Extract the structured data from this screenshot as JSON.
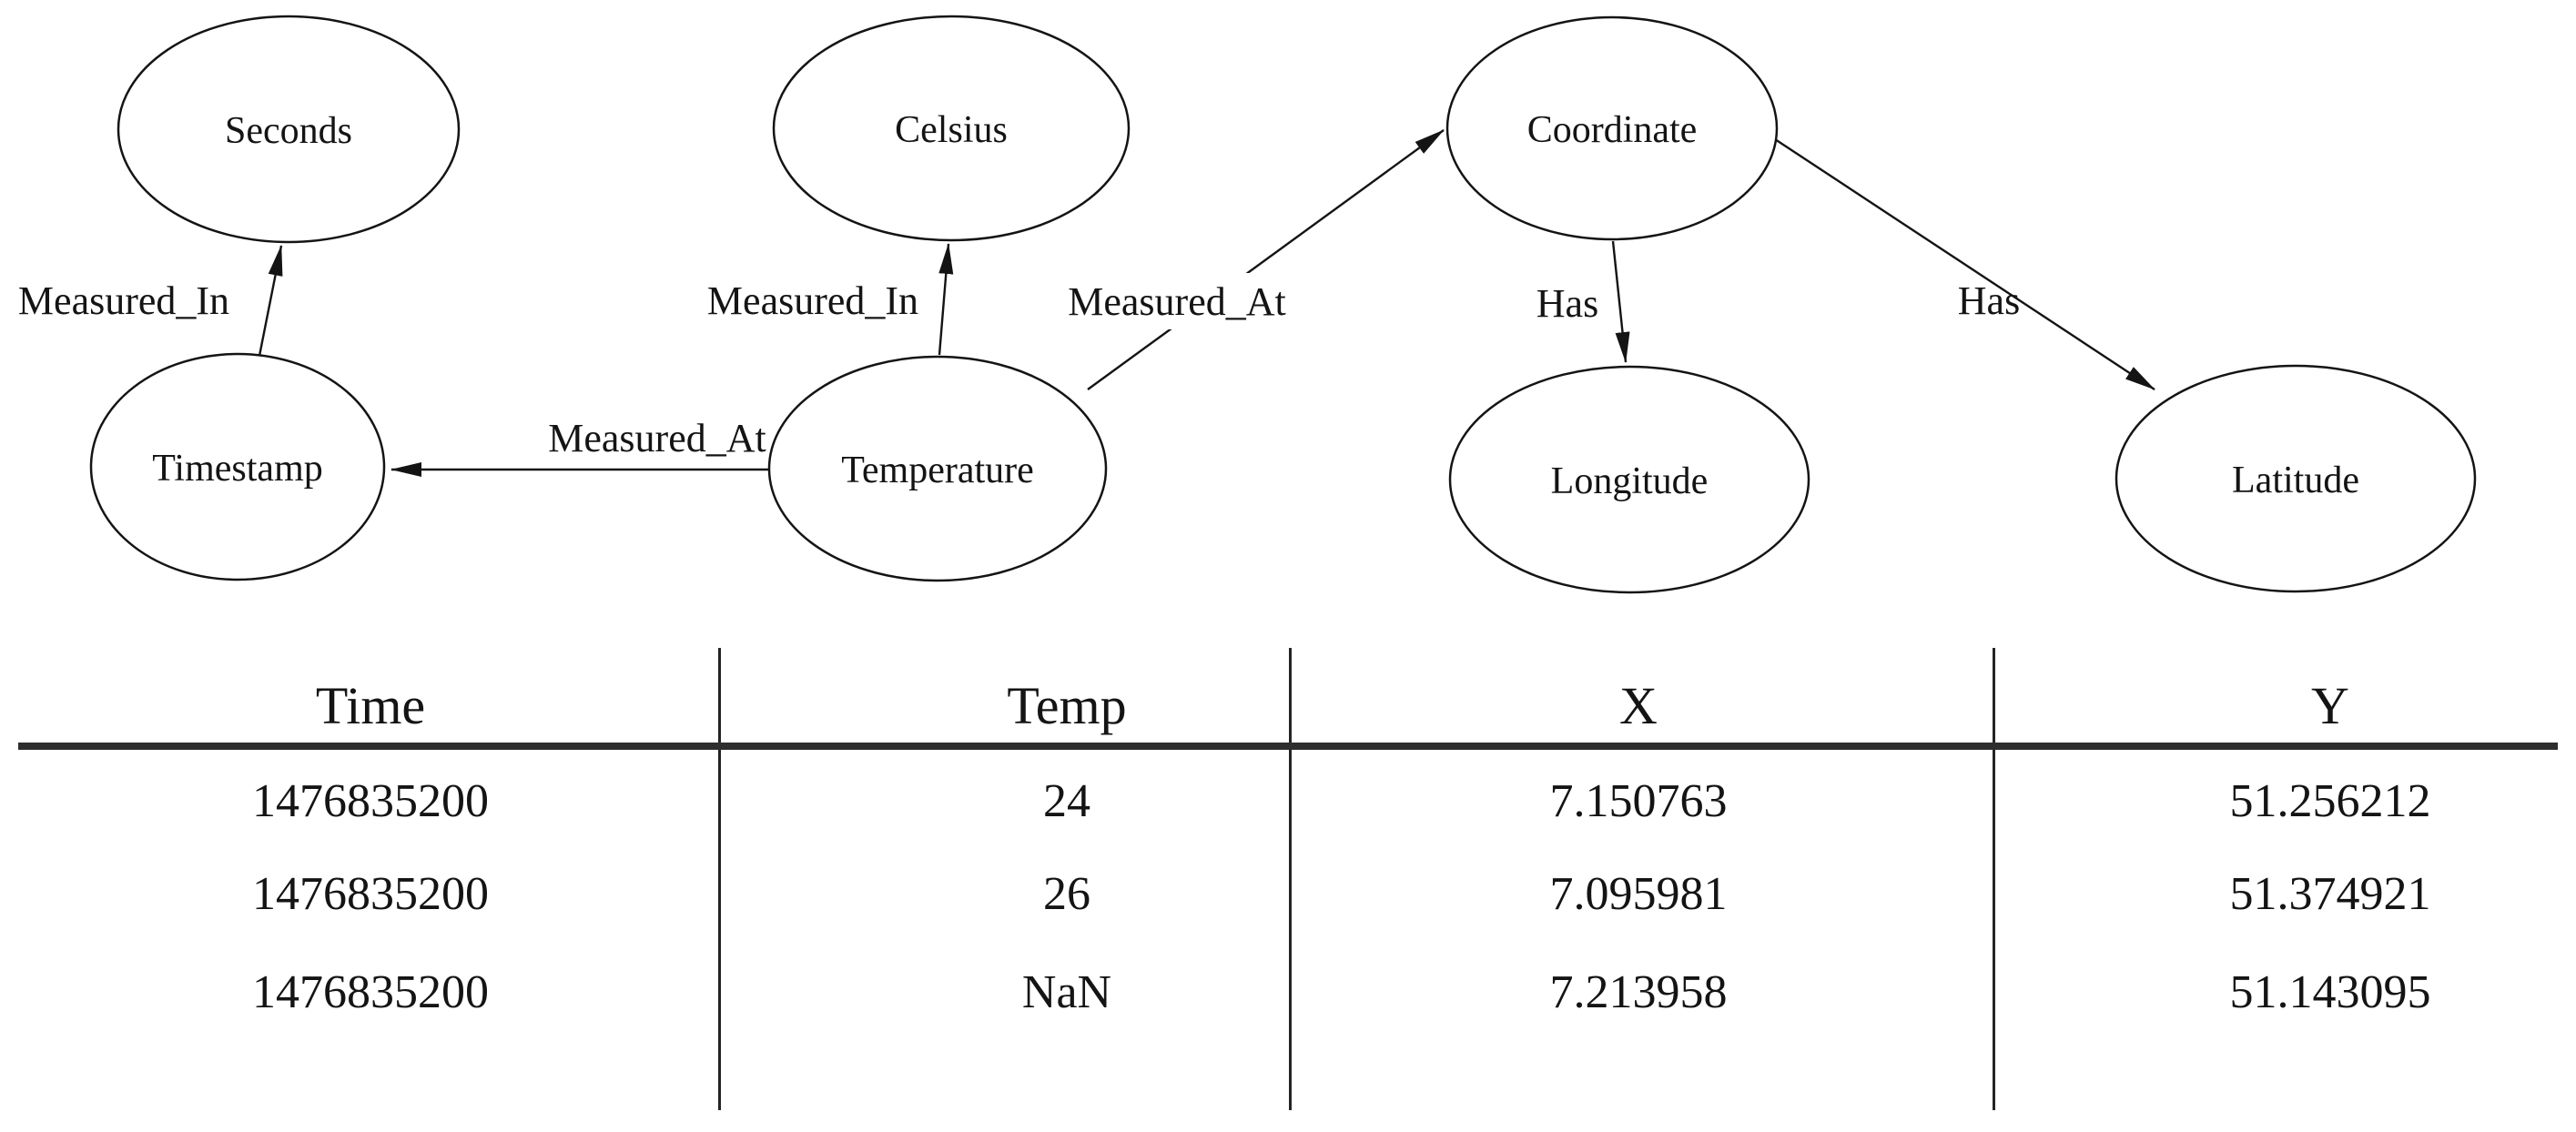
{
  "diagram": {
    "nodes": {
      "seconds": "Seconds",
      "celsius": "Celsius",
      "coordinate": "Coordinate",
      "timestamp": "Timestamp",
      "temperature": "Temperature",
      "longitude": "Longitude",
      "latitude": "Latitude"
    },
    "edges": [
      {
        "from": "timestamp",
        "to": "seconds",
        "label": "Measured_In"
      },
      {
        "from": "temperature",
        "to": "celsius",
        "label": "Measured_In"
      },
      {
        "from": "temperature",
        "to": "timestamp",
        "label": "Measured_At"
      },
      {
        "from": "temperature",
        "to": "coordinate",
        "label": "Measured_At"
      },
      {
        "from": "coordinate",
        "to": "longitude",
        "label": "Has"
      },
      {
        "from": "coordinate",
        "to": "latitude",
        "label": "Has"
      }
    ]
  },
  "table": {
    "headers": [
      "Time",
      "Temp",
      "X",
      "Y"
    ],
    "rows": [
      [
        "1476835200",
        "24",
        "7.150763",
        "51.256212"
      ],
      [
        "1476835200",
        "26",
        "7.095981",
        "51.374921"
      ],
      [
        "1476835200",
        "NaN",
        "7.213958",
        "51.143095"
      ]
    ]
  },
  "colors": {
    "ink": "#141414",
    "rule": "#2e2e2e",
    "background": "#ffffff"
  }
}
